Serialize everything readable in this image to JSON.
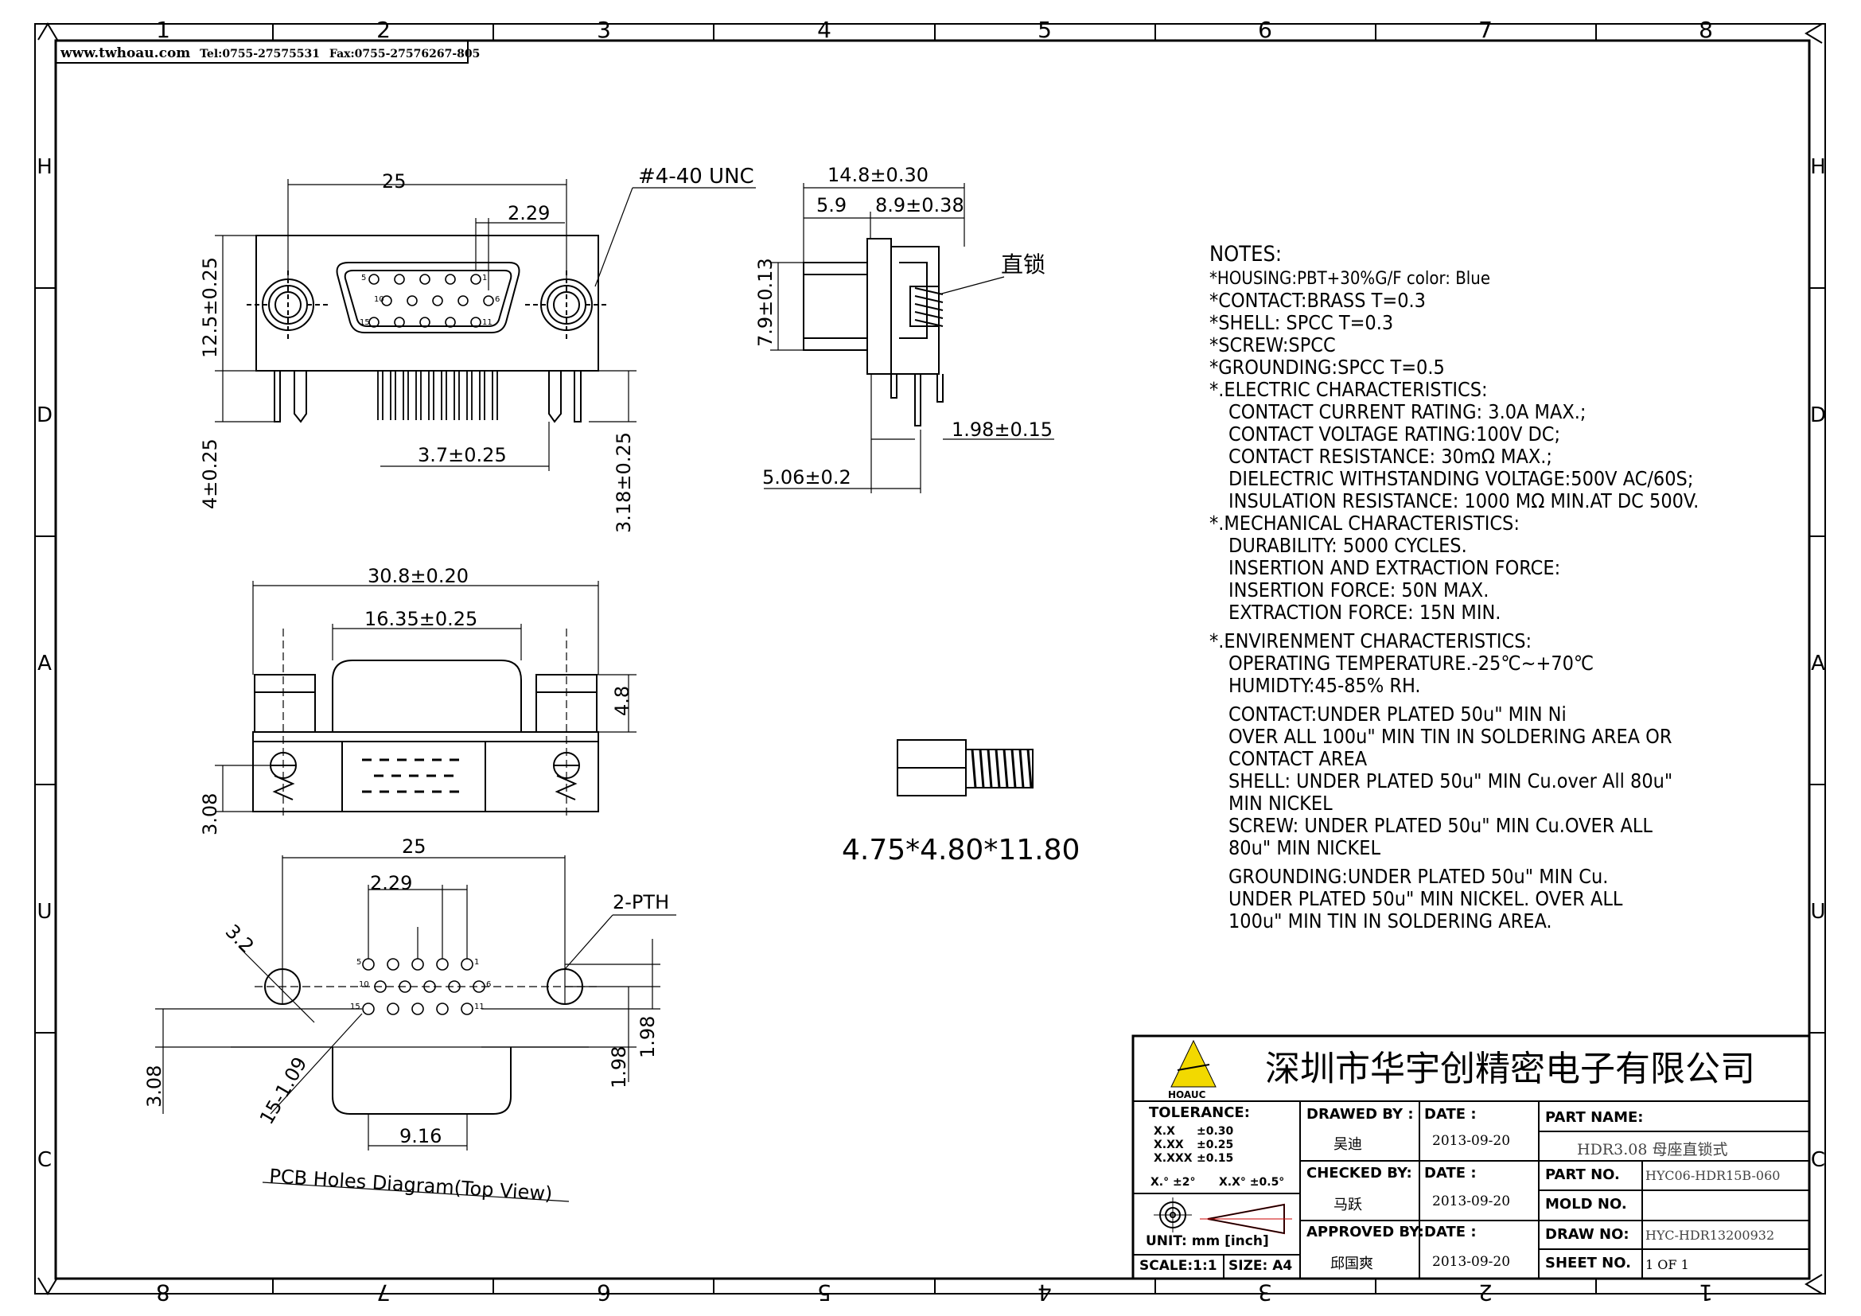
{
  "frame": {
    "cols_top": [
      "1",
      "2",
      "3",
      "4",
      "5",
      "6",
      "7",
      "8"
    ],
    "cols_bottom": [
      "8",
      "7",
      "6",
      "5",
      "4",
      "3",
      "2",
      "1"
    ],
    "rows_left": [
      "H",
      "D",
      "A",
      "U",
      "C"
    ],
    "rows_right": [
      "H",
      "D",
      "A",
      "U",
      "C"
    ]
  },
  "header": {
    "url": "www.twhoau.com",
    "tel": "Tel:0755-27575531",
    "fax": "Fax:0755-27576267-805"
  },
  "front_view": {
    "dim_width": "25",
    "dim_pitch": "2.29",
    "dim_thread": "#4-40 UNC",
    "dim_height": "12.5±0.25",
    "dim_pin_length": "4±0.25",
    "dim_pin_offset": "3.7±0.25",
    "dim_board_lock": "3.18±0.25",
    "pin_labels": [
      "5",
      "1",
      "10",
      "6",
      "15",
      "11"
    ]
  },
  "side_view": {
    "dim_depth": "14.8±0.30",
    "dim_depth_a": "5.9",
    "dim_depth_b": "8.9±0.38",
    "dim_height": "7.9±0.13",
    "dim_pin_spacing": "1.98±0.15",
    "dim_base": "5.06±0.2",
    "lock_label": "直锁"
  },
  "top_view": {
    "dim_width": "30.8±0.20",
    "dim_shell": "16.35±0.25",
    "dim_height": "4.8",
    "dim_offset": "3.08"
  },
  "pcb_view": {
    "dim_width": "25",
    "dim_pitch": "2.29",
    "dim_hole": "3.2",
    "dim_pth": "2-PTH",
    "dim_pin_hole": "15-1.09",
    "dim_row_a": "1.98",
    "dim_row_b": "1.98",
    "dim_offset": "3.08",
    "dim_center": "9.16",
    "pin_labels": [
      "5",
      "1",
      "10",
      "6",
      "15",
      "11"
    ],
    "caption": "PCB Holes Diagram(Top View)"
  },
  "screw": {
    "size": "4.75*4.80*11.80"
  },
  "notes": {
    "title": "NOTES:",
    "lines": [
      "*HOUSING:PBT+30%G/F   color: Blue",
      "*CONTACT:BRASS     T=0.3",
      "*SHELL:  SPCC       T=0.3",
      "*SCREW:SPCC",
      "*GROUNDING:SPCC  T=0.5",
      "*.ELECTRIC  CHARACTERISTICS:",
      "CONTACT  CURRENT  RATING:  3.0A  MAX.;",
      "CONTACT  VOLTAGE  RATING:100V  DC;",
      "CONTACT  RESISTANCE:  30mΩ  MAX.;",
      "DIELECTRIC  WITHSTANDING  VOLTAGE:500V  AC/60S;",
      "INSULATION  RESISTANCE:  1000  MΩ      MIN.AT  DC  500V.",
      "*.MECHANICAL  CHARACTERISTICS:",
      "DURABILITY:  5000  CYCLES.",
      "INSERTION  AND  EXTRACTION  FORCE:",
      "INSERTION  FORCE:      50N  MAX.",
      "EXTRACTION  FORCE:  15N  MIN.",
      "*.ENVIRENMENT  CHARACTERISTICS:",
      "OPERATING  TEMPERATURE.-25℃~+70℃",
      "HUMIDTY:45-85%  RH.",
      "CONTACT:UNDER    PLATED  50u\"  MIN  Ni",
      "OVER  ALL  100u\"  MIN  TIN  IN  SOLDERING  AREA  OR",
      "CONTACT  AREA",
      "SHELL:  UNDER  PLATED  50u\"  MIN  Cu.over  All  80u\"",
      "MIN  NICKEL",
      "SCREW:  UNDER  PLATED  50u\"  MIN  Cu.OVER  ALL",
      "80u\"  MIN  NICKEL",
      "GROUNDING:UNDER    PLATED  50u\"  MIN  Cu.",
      "UNDER    PLATED  50u\"  MIN  NICKEL.  OVER  ALL",
      "100u\"  MIN  TIN  IN  SOLDERING  AREA."
    ]
  },
  "title_block": {
    "company": "深圳市华宇创精密电子有限公司",
    "logo_text": "HOAUC",
    "tolerance_label": "TOLERANCE:",
    "tol_rows": [
      {
        "k": "X.X",
        "v": "±0.30"
      },
      {
        "k": "X.XX",
        "v": "±0.25"
      },
      {
        "k": "X.XXX",
        "v": "±0.15"
      }
    ],
    "angle_tol_a": "X.°  ±2°",
    "angle_tol_b": "X.X°  ±0.5°",
    "unit": "UNIT:  mm  [inch]",
    "scale": "SCALE:1:1",
    "size": "SIZE:  A4",
    "drawn_by_label": "DRAWED  BY :",
    "drawn_by": "吴迪",
    "checked_by_label": "CHECKED  BY:",
    "checked_by": "马跃",
    "approved_by_label": "APPROVED  BY:",
    "approved_by": "邱国爽",
    "date_label": "DATE :",
    "date_1": "2013-09-20",
    "date_2": "2013-09-20",
    "date_3": "2013-09-20",
    "part_name_label": "PART  NAME:",
    "part_name": "HDR3.08 母座直锁式",
    "part_no_label": "PART  NO.",
    "part_no": "HYC06-HDR15B-060",
    "mold_no_label": "MOLD  NO.",
    "mold_no": "",
    "draw_no_label": "DRAW  NO:",
    "draw_no": "HYC-HDR13200932",
    "sheet_no_label": "SHEET  NO.",
    "sheet_no": "1 OF 1"
  }
}
